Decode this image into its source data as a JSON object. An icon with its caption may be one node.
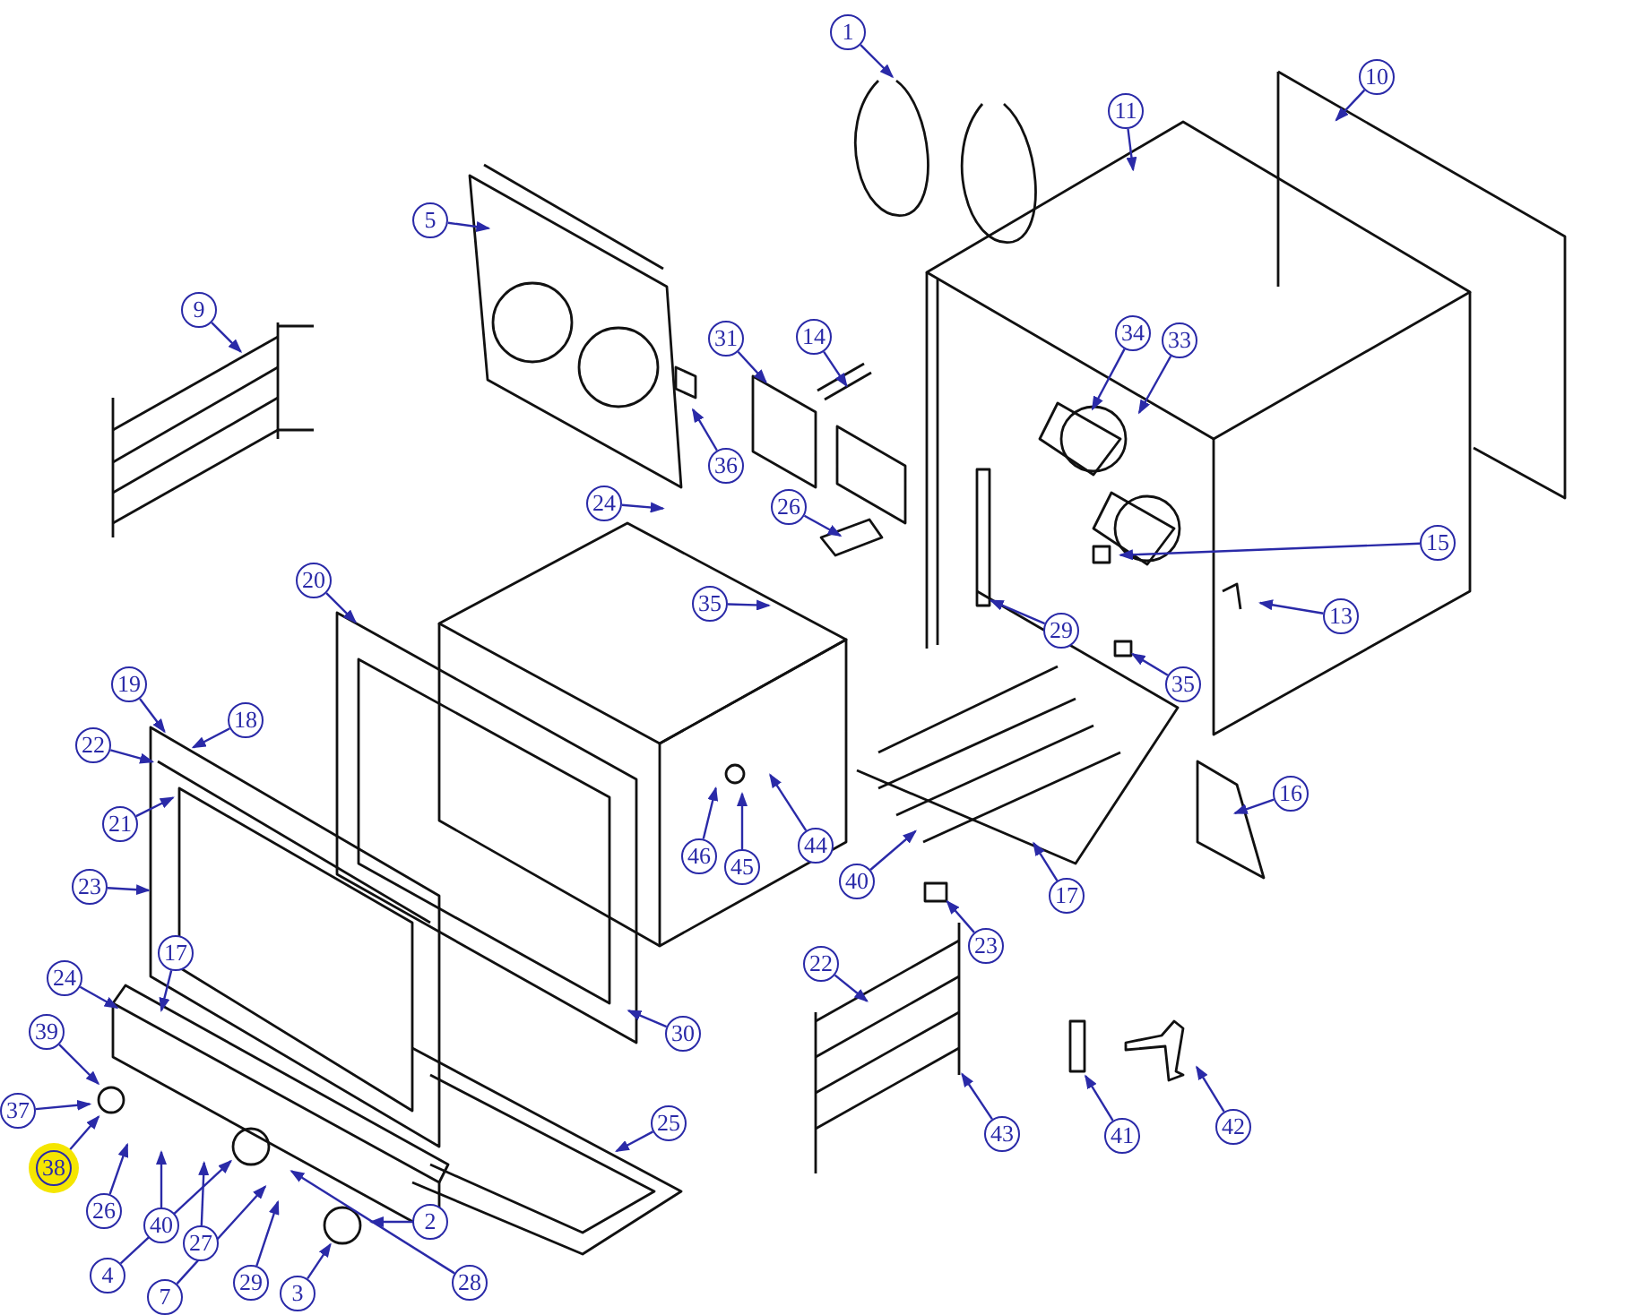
{
  "diagram": {
    "nodes": [
      {
        "text": [
          "1"
        ]
      },
      {
        "text": [
          "10"
        ]
      },
      {
        "text": [
          "11"
        ]
      },
      {
        "text": [
          "5"
        ]
      },
      {
        "text": [
          "9"
        ]
      },
      {
        "text": [
          "31"
        ]
      },
      {
        "text": [
          "14"
        ]
      },
      {
        "text": [
          "34"
        ]
      },
      {
        "text": [
          "33"
        ]
      },
      {
        "text": [
          "36"
        ]
      },
      {
        "text": [
          "24"
        ]
      },
      {
        "text": [
          "26"
        ]
      },
      {
        "text": [
          "15"
        ]
      },
      {
        "text": [
          "20"
        ]
      },
      {
        "text": [
          "35"
        ]
      },
      {
        "text": [
          "29"
        ]
      },
      {
        "text": [
          "35"
        ]
      },
      {
        "text": [
          "13"
        ]
      },
      {
        "text": [
          "19"
        ]
      },
      {
        "text": [
          "18"
        ]
      },
      {
        "text": [
          "22"
        ]
      },
      {
        "text": [
          "21"
        ]
      },
      {
        "text": [
          "44"
        ]
      },
      {
        "text": [
          "46"
        ]
      },
      {
        "text": [
          "45"
        ]
      },
      {
        "text": [
          "16"
        ]
      },
      {
        "text": [
          "40"
        ]
      },
      {
        "text": [
          "23"
        ]
      },
      {
        "text": [
          "17"
        ]
      },
      {
        "text": [
          "23"
        ]
      },
      {
        "text": [
          "17"
        ]
      },
      {
        "text": [
          "22"
        ]
      },
      {
        "text": [
          "30"
        ]
      },
      {
        "text": [
          "24"
        ]
      },
      {
        "text": [
          "39"
        ]
      },
      {
        "text": [
          "37"
        ]
      },
      {
        "text": [
          "38"
        ]
      },
      {
        "text": [
          "26"
        ]
      },
      {
        "text": [
          "40"
        ]
      },
      {
        "text": [
          "27"
        ]
      },
      {
        "text": [
          "25"
        ]
      },
      {
        "text": [
          "41"
        ]
      },
      {
        "text": [
          "42"
        ]
      },
      {
        "text": [
          "43"
        ]
      },
      {
        "text": [
          "4"
        ]
      },
      {
        "text": [
          "7"
        ]
      },
      {
        "text": [
          "29"
        ]
      },
      {
        "text": [
          "28"
        ]
      },
      {
        "text": [
          "3"
        ]
      },
      {
        "text": [
          "2"
        ]
      }
    ],
    "edges": [
      {
        "from": 0,
        "to": null,
        "arrow": "to"
      },
      {
        "from": 1,
        "to": null,
        "arrow": "to"
      },
      {
        "from": 2,
        "to": null,
        "arrow": "to"
      },
      {
        "from": 3,
        "to": null,
        "arrow": "to"
      },
      {
        "from": 4,
        "to": null,
        "arrow": "to"
      },
      {
        "from": 5,
        "to": null,
        "arrow": "to"
      },
      {
        "from": 6,
        "to": null,
        "arrow": "to"
      },
      {
        "from": 7,
        "to": null,
        "arrow": "to"
      },
      {
        "from": 8,
        "to": null,
        "arrow": "to"
      },
      {
        "from": 9,
        "to": null,
        "arrow": "to"
      },
      {
        "from": 10,
        "to": null,
        "arrow": "to"
      },
      {
        "from": 11,
        "to": null,
        "arrow": "to"
      },
      {
        "from": 12,
        "to": null,
        "arrow": "to"
      },
      {
        "from": 13,
        "to": null,
        "arrow": "to"
      },
      {
        "from": 14,
        "to": null,
        "arrow": "to"
      },
      {
        "from": 15,
        "to": null,
        "arrow": "to"
      },
      {
        "from": 16,
        "to": null,
        "arrow": "to"
      },
      {
        "from": 17,
        "to": null,
        "arrow": "to"
      },
      {
        "from": 18,
        "to": null,
        "arrow": "to"
      },
      {
        "from": 19,
        "to": null,
        "arrow": "to"
      },
      {
        "from": 20,
        "to": null,
        "arrow": "to"
      },
      {
        "from": 21,
        "to": null,
        "arrow": "to"
      },
      {
        "from": 22,
        "to": null,
        "arrow": "to"
      },
      {
        "from": 23,
        "to": null,
        "arrow": "to"
      },
      {
        "from": 24,
        "to": null,
        "arrow": "to"
      },
      {
        "from": 25,
        "to": null,
        "arrow": "to"
      },
      {
        "from": 26,
        "to": null,
        "arrow": "to"
      },
      {
        "from": 27,
        "to": null,
        "arrow": "to"
      },
      {
        "from": 28,
        "to": null,
        "arrow": "to"
      },
      {
        "from": 29,
        "to": null,
        "arrow": "to"
      },
      {
        "from": 30,
        "to": null,
        "arrow": "to"
      },
      {
        "from": 31,
        "to": null,
        "arrow": "to"
      },
      {
        "from": 32,
        "to": null,
        "arrow": "to"
      },
      {
        "from": 33,
        "to": null,
        "arrow": "to"
      },
      {
        "from": 34,
        "to": null,
        "arrow": "to"
      },
      {
        "from": 35,
        "to": null,
        "arrow": "to"
      },
      {
        "from": 36,
        "to": null,
        "arrow": "to"
      },
      {
        "from": 37,
        "to": null,
        "arrow": "to"
      },
      {
        "from": 38,
        "to": null,
        "arrow": "to"
      },
      {
        "from": 39,
        "to": null,
        "arrow": "to"
      },
      {
        "from": 40,
        "to": null,
        "arrow": "to"
      },
      {
        "from": 41,
        "to": null,
        "arrow": "to"
      },
      {
        "from": 42,
        "to": null,
        "arrow": "to"
      },
      {
        "from": 43,
        "to": null,
        "arrow": "to"
      },
      {
        "from": 44,
        "to": null,
        "arrow": "to"
      },
      {
        "from": 45,
        "to": null,
        "arrow": "to"
      },
      {
        "from": 46,
        "to": null,
        "arrow": "to"
      },
      {
        "from": 47,
        "to": null,
        "arrow": "to"
      },
      {
        "from": 48,
        "to": null,
        "arrow": "to"
      },
      {
        "from": 49,
        "to": null,
        "arrow": "to"
      }
    ]
  }
}
